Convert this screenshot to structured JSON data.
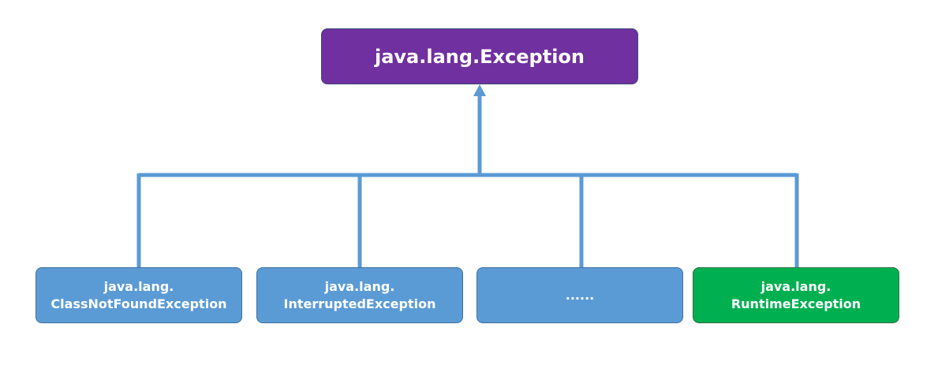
{
  "diagram": {
    "root": {
      "label": "java.lang.Exception",
      "color": "#7030a0"
    },
    "children": [
      {
        "line1": "java.lang.",
        "line2": "ClassNotFoundException",
        "color": "#5b9bd5"
      },
      {
        "line1": "java.lang.",
        "line2": "InterruptedException",
        "color": "#5b9bd5"
      },
      {
        "line1": "......",
        "line2": "",
        "color": "#5b9bd5"
      },
      {
        "line1": "java.lang.",
        "line2": "RuntimeException",
        "color": "#00b050"
      }
    ],
    "connector_color": "#5b9bd5"
  }
}
